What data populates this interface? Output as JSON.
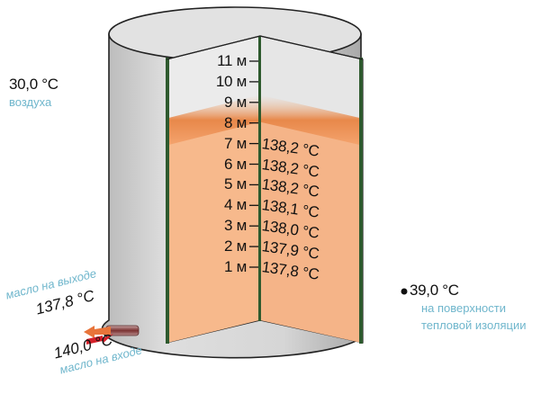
{
  "air": {
    "temp": "30,0 °C",
    "label": "воздуха"
  },
  "surface": {
    "temp": "39,0 °C",
    "label_line1": "на поверхности",
    "label_line2": "тепловой изоляции"
  },
  "oil_out": {
    "label": "масло на выходе",
    "temp": "137,8 °C"
  },
  "oil_in": {
    "temp": "140,0 °C",
    "label": "масло на входе"
  },
  "fill_level": 0.71,
  "levels": [
    {
      "height": "11 м"
    },
    {
      "height": "10 м"
    },
    {
      "height": "9 м"
    },
    {
      "height": "8 м"
    },
    {
      "height": "7 м",
      "temp": "138,2 °C"
    },
    {
      "height": "6 м",
      "temp": "138,2 °C"
    },
    {
      "height": "5 м",
      "temp": "138,2 °C"
    },
    {
      "height": "4 м",
      "temp": "138,1 °C"
    },
    {
      "height": "3 м",
      "temp": "138,0 °C"
    },
    {
      "height": "2 м",
      "temp": "137,9 °C"
    },
    {
      "height": "1 м",
      "temp": "137,8 °C"
    }
  ],
  "colors": {
    "tank_body": "#d2d2d2",
    "tank_top": "#e0e0e0",
    "air_space": "#ebebeb",
    "oil": "#f7b98c",
    "oil_surface": "#e8884a",
    "frame": "#2e5a2e",
    "outlet_arrow": "#e8743a",
    "inlet_arrow": "#d4202a"
  }
}
